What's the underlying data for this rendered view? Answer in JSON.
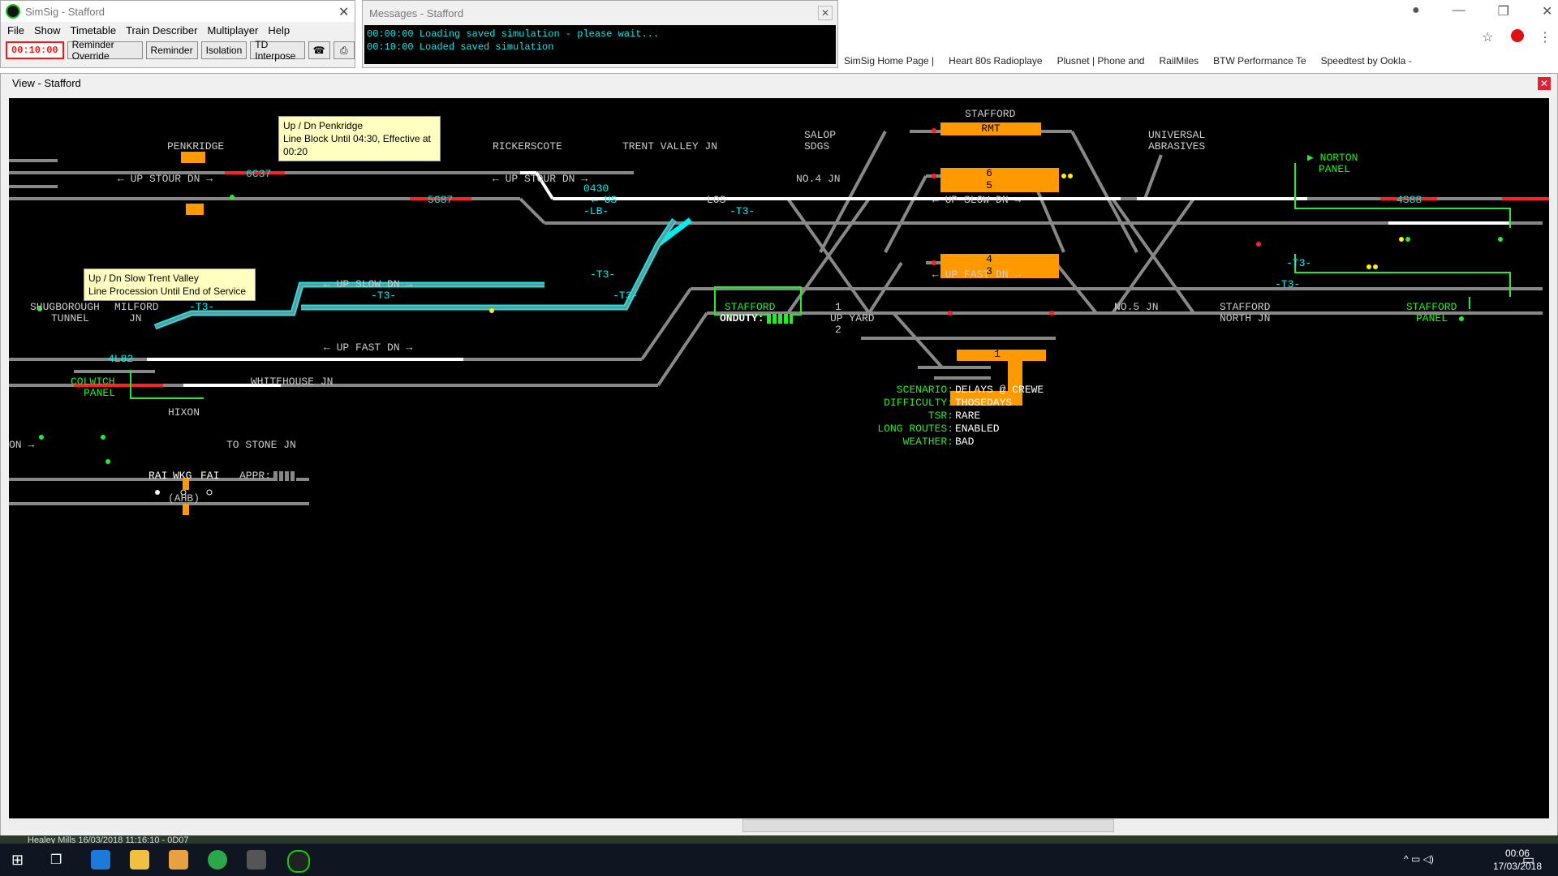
{
  "simsig_window": {
    "title": "SimSig - Stafford",
    "menu": [
      "File",
      "Show",
      "Timetable",
      "Train Describer",
      "Multiplayer",
      "Help"
    ],
    "clock": "00:10:00",
    "buttons": [
      "Reminder Override",
      "Reminder",
      "Isolation",
      "TD Interpose"
    ],
    "icons": [
      "telephone-icon",
      "printer-icon"
    ]
  },
  "messages_window": {
    "title": "Messages - Stafford",
    "lines": [
      "00:00:00 Loading saved simulation - please wait...",
      "00:10:00 Loaded saved simulation"
    ]
  },
  "browser": {
    "bookmarks": [
      "SimSig Home Page |",
      "Heart 80s Radioplaye",
      "Plusnet | Phone and",
      "RailMiles",
      "BTW Performance Te",
      "Speedtest by Ookla -"
    ]
  },
  "view_window": {
    "title": "View - Stafford",
    "close": "x"
  },
  "notes": {
    "penkridge": [
      "Up / Dn Penkridge",
      "Line Block Until 04:30, Effective at 00:20"
    ],
    "trent_valley": [
      "Up / Dn Slow Trent Valley",
      "Line Procession Until End of Service"
    ]
  },
  "locations": {
    "stafford": "STAFFORD",
    "penkridge": "PENKRIDGE",
    "rickerscote": "RICKERSCOTE",
    "trent_valley_jn": "TRENT VALLEY JN",
    "salop": "SALOP",
    "sdgs": "SDGS",
    "universal": "UNIVERSAL",
    "abrasives": "ABRASIVES",
    "norton_panel_1": "NORTON",
    "norton_panel_2": "PANEL",
    "no4_jn": "NO.4 JN",
    "no5_jn": "NO.5 JN",
    "shugborough_1": "SHUGBOROUGH",
    "shugborough_2": "TUNNEL",
    "milford_1": "MILFORD",
    "milford_2": "JN",
    "colwich_1": "COLWICH",
    "colwich_2": "PANEL",
    "whitehouse_jn": "WHITEHOUSE JN",
    "stafford_north_1": "STAFFORD",
    "stafford_north_2": "NORTH JN",
    "stafford_panel_1": "STAFFORD",
    "stafford_panel_2": "PANEL",
    "stafford_onduty_1": "STAFFORD",
    "stafford_onduty_2": "ONDUTY:",
    "up_yard": "UP YARD",
    "hixon": "HIXON",
    "to_stone_jn": "TO STONE JN",
    "ahb": "(AHB)",
    "rai": "RAI",
    "wkg": "WKG",
    "fai": "FAI",
    "appr": "APPR:"
  },
  "line_labels": {
    "up_stour_dn_1": "← UP STOUR DN →",
    "up_stour_dn_2": "← UP STOUR DN →",
    "up_slow_dn_1": "← UP SLOW DN →",
    "up_slow_dn_2": "← UP SLOW DN →",
    "up_fast_dn_1": "← UP FAST DN →",
    "up_fast_dn_2": "← UP FAST DN →",
    "us": "← US",
    "lb": "-LB-",
    "los": "LOS",
    "t3": "-T3-",
    "on": "ON →"
  },
  "train_descriptions": [
    "6C37",
    "5G87",
    "0430",
    "4L82",
    "4S88"
  ],
  "platforms": {
    "rmt": "RMT",
    "p6": "6",
    "p5": "5",
    "p4": "4",
    "p3": "3",
    "p1": "1"
  },
  "yard_tracks": [
    "1",
    "2"
  ],
  "scenario": {
    "labels": [
      "SCENARIO:",
      "DIFFICULTY:",
      "TSR:",
      "LONG ROUTES:",
      "WEATHER:"
    ],
    "values": [
      "DELAYS @ CREWE",
      "THOSEDAYS",
      "RARE",
      "ENABLED",
      "BAD"
    ]
  },
  "background_window_text": "Healey Mills 16/03/2018 11:16:10 - 0D07",
  "taskbar": {
    "time": "00:06",
    "date": "17/03/2018"
  },
  "colors": {
    "track": "#888888",
    "route_set": "#ffffff",
    "occupied": "#ff2222",
    "block": "#00e5e5",
    "platform": "#ff9900",
    "text": "#cccccc",
    "green": "#22ee22"
  }
}
